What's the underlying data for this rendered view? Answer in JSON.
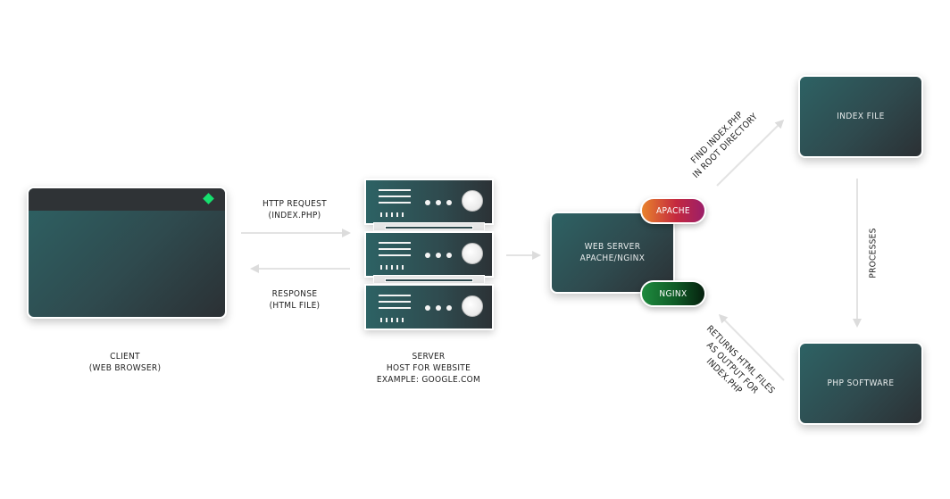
{
  "client": {
    "label_lines": [
      "CLIENT",
      "(WEB BROWSER)"
    ],
    "status_icon": "green-diamond",
    "status_color": "#16e06e"
  },
  "request_arrow": {
    "label_lines": [
      "HTTP REQUEST",
      "(INDEX.PHP)"
    ]
  },
  "response_arrow": {
    "label_lines": [
      "RESPONSE",
      "(HTML FILE)"
    ]
  },
  "server": {
    "label_lines": [
      "SERVER",
      "HOST FOR WEBSITE",
      "EXAMPLE: GOOGLE.COM"
    ],
    "rack_units": 3
  },
  "web_server": {
    "label_lines": [
      "WEB SERVER",
      "APACHE/NGINX"
    ],
    "badges": [
      {
        "label": "APACHE",
        "colors": [
          "#e8832c",
          "#c4283f",
          "#9b1f6a"
        ]
      },
      {
        "label": "NGINX",
        "colors": [
          "#1e8a3e",
          "#0f5a26",
          "#06200e"
        ]
      }
    ]
  },
  "find_arrow": {
    "label_lines": [
      "FIND INDEX.PHP",
      "IN ROOT DIRECTORY"
    ]
  },
  "index_file": {
    "label": "INDEX FILE"
  },
  "processes_arrow": {
    "label": "PROCESSES"
  },
  "php_software": {
    "label": "PHP SOFTWARE"
  },
  "returns_arrow": {
    "label_lines": [
      "RETURNS HTML FILES",
      "AS OUTPUT FOR",
      "INDEX.PHP"
    ]
  },
  "colors": {
    "card_gradient": [
      "#2d6264",
      "#2f4a4e",
      "#2b3034"
    ],
    "arrow": "#dcdcdc",
    "text": "#222222"
  }
}
